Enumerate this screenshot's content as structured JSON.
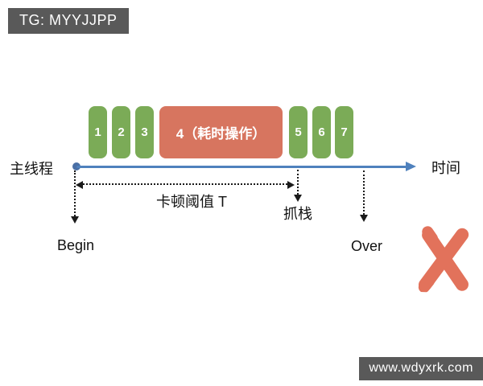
{
  "watermarks": {
    "top_left": "TG: MYYJJPP",
    "bottom_right": "www.wdyxrk.com"
  },
  "diagram": {
    "thread_label": "主线程",
    "time_label": "时间",
    "blocks": [
      {
        "label": "1",
        "type": "normal"
      },
      {
        "label": "2",
        "type": "normal"
      },
      {
        "label": "3",
        "type": "normal"
      },
      {
        "label": "4（耗时操作）",
        "type": "long-task"
      },
      {
        "label": "5",
        "type": "normal"
      },
      {
        "label": "6",
        "type": "normal"
      },
      {
        "label": "7",
        "type": "normal"
      }
    ],
    "annotations": {
      "threshold_label": "卡顿阈值 T",
      "stack_capture_label": "抓栈",
      "begin_label": "Begin",
      "over_label": "Over"
    },
    "colors": {
      "block_green": "#7BAB57",
      "block_red": "#D7755F",
      "timeline_blue": "#4F81BD",
      "cross_red": "#E2725B",
      "badge_gray": "#595959",
      "annotation_black": "#1A1A1A"
    }
  }
}
